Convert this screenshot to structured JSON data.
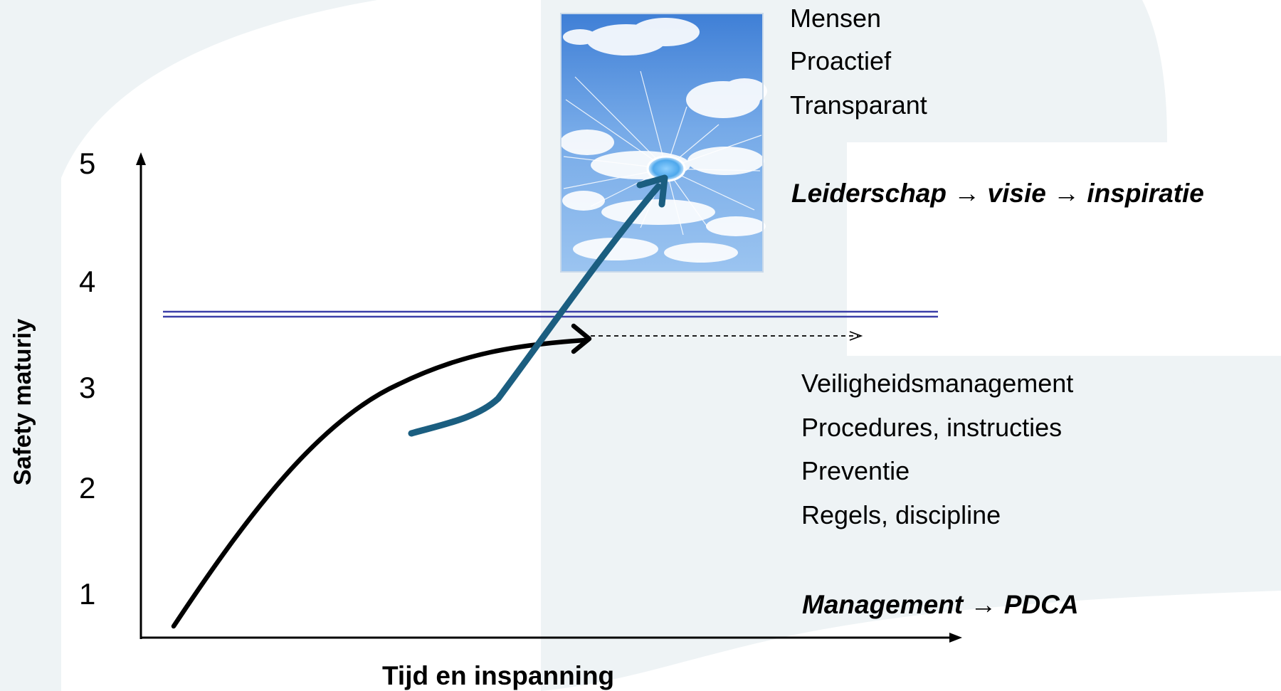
{
  "axes": {
    "y_label": "Safety maturiy",
    "x_label": "Tijd en inspanning",
    "y_ticks": [
      "1",
      "2",
      "3",
      "4",
      "5"
    ]
  },
  "top_right_labels": [
    "Mensen",
    "Proactief",
    "Transparant"
  ],
  "top_right_emphasis": "Leiderschap → visie → inspiratie",
  "lower_right_labels": [
    "Veiligheidsmanagement",
    "Procedures, instructies",
    "Preventie",
    "Regels, discipline"
  ],
  "lower_right_emphasis": "Management → PDCA",
  "image": {
    "subject": "cracked glass window with blue sky and clouds"
  },
  "colors": {
    "background": "#eef3f5",
    "ceiling_line": "#3b3fa8",
    "breakthrough_arrow": "#1b5e80",
    "curve": "#000000"
  }
}
